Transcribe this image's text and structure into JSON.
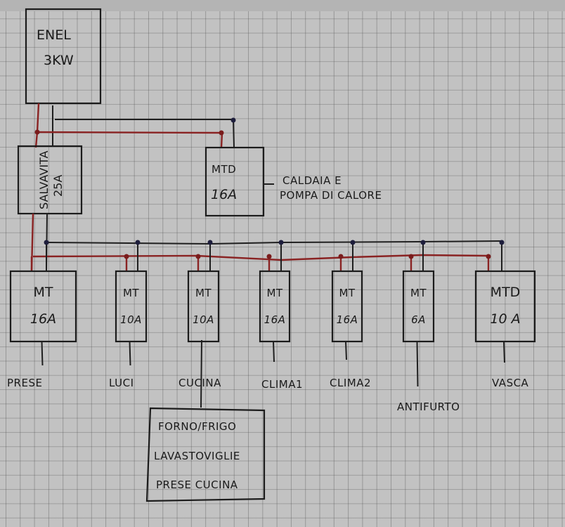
{
  "diagram": {
    "type": "electrical single-line panel diagram (hand drawn)",
    "colors": {
      "neutral_line": "#1f1f1f",
      "phase_line": "#8a2323",
      "paper": "#c2c2c2"
    },
    "supply": {
      "name": "ENEL",
      "rating": "3KW"
    },
    "main_switch": {
      "name": "SALVAVITA",
      "rating": "25A"
    },
    "side_breaker": {
      "type": "MTD",
      "rating": "16A",
      "load": "CALDAIA E POMPA DI CALORE",
      "load_line1": "CALDAIA E",
      "load_line2": "POMPA DI CALORE"
    },
    "breakers": [
      {
        "type": "MT",
        "rating": "16A",
        "load": "PRESE"
      },
      {
        "type": "MT",
        "rating": "10A",
        "load": "LUCI"
      },
      {
        "type": "MT",
        "rating": "10A",
        "load": "CUCINA"
      },
      {
        "type": "MT",
        "rating": "16A",
        "load": "CLIMA1"
      },
      {
        "type": "MT",
        "rating": "16A",
        "load": "CLIMA2"
      },
      {
        "type": "MT",
        "rating": "6A",
        "load": "ANTIFURTO"
      },
      {
        "type": "MTD",
        "rating": "10 A",
        "load": "VASCA"
      }
    ],
    "kitchen_sub": {
      "items": [
        "FORNO/FRIGO",
        "LAVASTOVIGLIE",
        "PRESE CUCINA"
      ]
    }
  }
}
